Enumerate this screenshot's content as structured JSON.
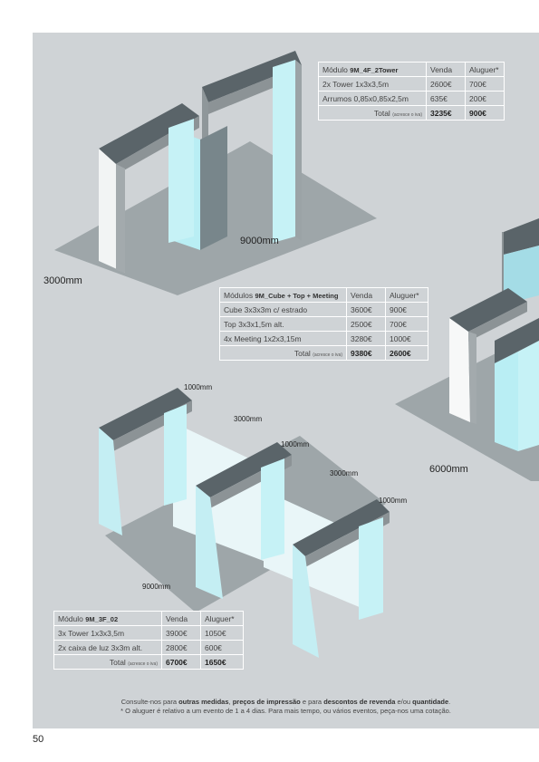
{
  "table1": {
    "title_prefix": "Módulo",
    "title_code": "9M_4F_2Tower",
    "col_sale": "Venda",
    "col_rent": "Aluguer*",
    "rows": [
      {
        "item": "2x Tower 1x3x3,5m",
        "sale": "2600€",
        "rent": "700€"
      },
      {
        "item": "Arrumos 0,85x0,85x2,5m",
        "sale": "635€",
        "rent": "200€"
      }
    ],
    "total_label": "Total",
    "total_note": "(acresce o iva)",
    "total_sale": "3235€",
    "total_rent": "900€"
  },
  "table2": {
    "title_prefix": "Módulos",
    "title_code": "9M_Cube + Top + Meeting",
    "col_sale": "Venda",
    "col_rent": "Aluguer*",
    "rows": [
      {
        "item": "Cube 3x3x3m c/ estrado",
        "sale": "3600€",
        "rent": "900€"
      },
      {
        "item": "Top 3x3x1,5m alt.",
        "sale": "2500€",
        "rent": "700€"
      },
      {
        "item": "4x Meeting 1x2x3,15m",
        "sale": "3280€",
        "rent": "1000€"
      }
    ],
    "total_label": "Total",
    "total_note": "(acresce o iva)",
    "total_sale": "9380€",
    "total_rent": "2600€"
  },
  "table3": {
    "title_prefix": "Módulo",
    "title_code": "9M_3F_02",
    "col_sale": "Venda",
    "col_rent": "Aluguer*",
    "rows": [
      {
        "item": "3x Tower 1x3x3,5m",
        "sale": "3900€",
        "rent": "1050€"
      },
      {
        "item": "2x caixa de luz 3x3m alt.",
        "sale": "2800€",
        "rent": "600€"
      }
    ],
    "total_label": "Total",
    "total_note": "(acresce o iva)",
    "total_sale": "6700€",
    "total_rent": "1650€"
  },
  "dimensions": {
    "top_width": "9000mm",
    "top_depth": "3000mm",
    "mid_width": "6000mm",
    "bot_gap1": "1000mm",
    "bot_span1": "3000mm",
    "bot_gap2": "1000mm",
    "bot_span2": "3000mm",
    "bot_gap3": "1000mm",
    "bot_width": "9000mm"
  },
  "footer": {
    "t1": "Consulte-nos para ",
    "b1": "outras medidas",
    "t2": ", ",
    "b2": "preços de impressão",
    "t3": " e para ",
    "b3": "descontos de revenda",
    "t4": " e/ou ",
    "b4": "quantidade",
    "t5": ".",
    "line2": "* O aluguer é relativo a um evento de 1 a 4 dias. Para mais tempo, ou vários eventos, peça-nos uma cotação."
  },
  "page_number": "50"
}
